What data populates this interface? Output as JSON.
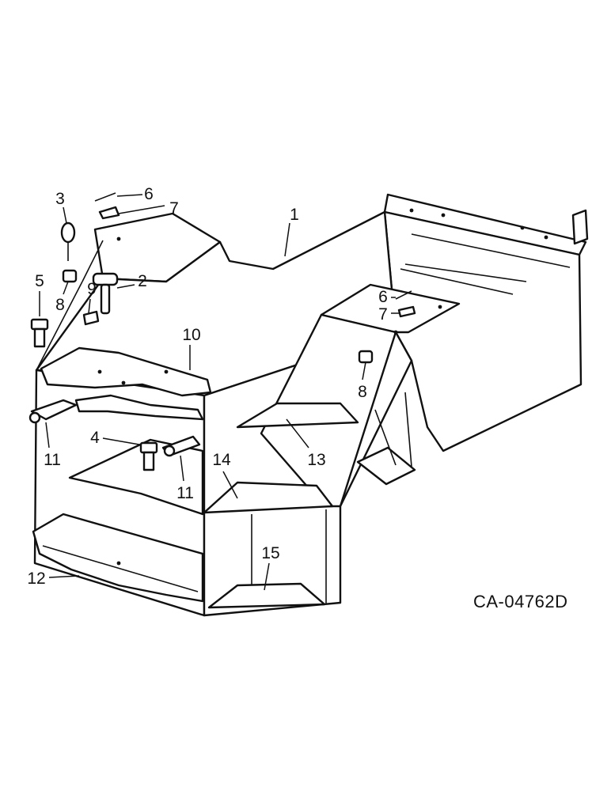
{
  "diagram": {
    "drawing_code": "CA-04762D",
    "callouts": [
      {
        "id": "c1",
        "label": "1"
      },
      {
        "id": "c2",
        "label": "2"
      },
      {
        "id": "c3",
        "label": "3"
      },
      {
        "id": "c4",
        "label": "4"
      },
      {
        "id": "c5",
        "label": "5"
      },
      {
        "id": "c6a",
        "label": "6"
      },
      {
        "id": "c6b",
        "label": "6"
      },
      {
        "id": "c7a",
        "label": "7"
      },
      {
        "id": "c7b",
        "label": "7"
      },
      {
        "id": "c8a",
        "label": "8"
      },
      {
        "id": "c8b",
        "label": "8"
      },
      {
        "id": "c9",
        "label": "9"
      },
      {
        "id": "c10",
        "label": "10"
      },
      {
        "id": "c11a",
        "label": "11"
      },
      {
        "id": "c11b",
        "label": "11"
      },
      {
        "id": "c12",
        "label": "12"
      },
      {
        "id": "c13",
        "label": "13"
      },
      {
        "id": "c14",
        "label": "14"
      },
      {
        "id": "c15",
        "label": "15"
      }
    ]
  }
}
